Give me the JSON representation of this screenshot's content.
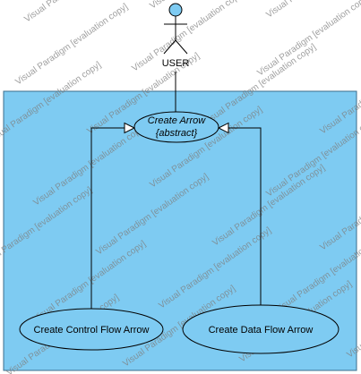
{
  "actor": {
    "label": "USER"
  },
  "use_cases": {
    "create_arrow": {
      "line1": "Create Arrow",
      "line2": "{abstract}"
    },
    "create_control_flow": {
      "label": "Create Control Flow Arrow"
    },
    "create_data_flow": {
      "label": "Create Data Flow Arrow"
    }
  },
  "watermark": {
    "text": "Visual Paradigm [evaluation copy]"
  },
  "colors": {
    "system_fill": "#7ecbf2",
    "system_border": "#3b6e8c",
    "actor_head": "#7ecbf2",
    "line": "#000000"
  }
}
